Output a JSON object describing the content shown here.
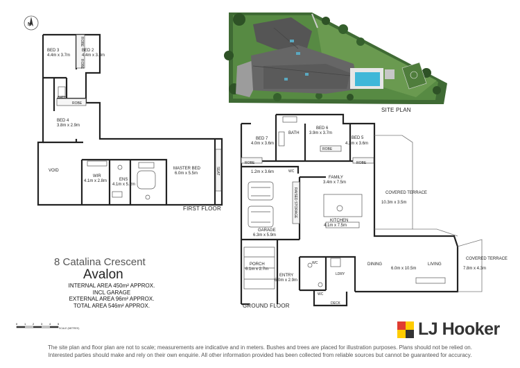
{
  "property": {
    "address": "8 Catalina Crescent",
    "suburb": "Avalon",
    "areas": [
      "INTERNAL AREA 450m² APPROX.",
      "INCL GARAGE",
      "EXTERNAL AREA 96m² APPROX.",
      "TOTAL AREA 546m² APPROX."
    ]
  },
  "labels": {
    "first_floor": "FIRST FLOOR",
    "ground_floor": "GROUND FLOOR",
    "site_plan": "SITE PLAN",
    "scale": "SCALE (METRES)"
  },
  "scale_ticks": [
    "0",
    "1",
    "2",
    "3",
    "4",
    "5"
  ],
  "first_floor_rooms": [
    {
      "name": "BED 3",
      "dims": "4.4m x 3.7m"
    },
    {
      "name": "BED 2",
      "dims": "4.4m x 3.8m"
    },
    {
      "name": "BED 4",
      "dims": "3.8m x 2.9m"
    },
    {
      "name": "VOID",
      "dims": ""
    },
    {
      "name": "WIR",
      "dims": "4.1m x 2.8m"
    },
    {
      "name": "ENS",
      "dims": "4.1m x 5.2m"
    },
    {
      "name": "MASTER BED",
      "dims": "6.0m x 5.5m"
    }
  ],
  "first_floor_small": {
    "robe": "ROBE",
    "bath": "BATH",
    "seat": "SEAT"
  },
  "ground_floor_rooms": [
    {
      "name": "BED 7",
      "dims": "4.0m x 3.6m"
    },
    {
      "name": "BATH",
      "dims": ""
    },
    {
      "name": "BED 6",
      "dims": "3.9m x 3.7m"
    },
    {
      "name": "BED 5",
      "dims": "4.2m x 3.6m"
    },
    {
      "name": "",
      "dims": "1.2m x 3.6m"
    },
    {
      "name": "FAMILY",
      "dims": "3.4m x 7.5m"
    },
    {
      "name": "COVERED TERRACE",
      "dims": "10.3m x 3.5m"
    },
    {
      "name": "KITCHEN",
      "dims": "4.1m x 7.5m"
    },
    {
      "name": "GARAGE",
      "dims": "6.3m x 5.9m"
    },
    {
      "name": "PORCH",
      "dims": "6.1m x 2.7m"
    },
    {
      "name": "ENTRY",
      "dims": "6.0m x 2.9m"
    },
    {
      "name": "DINING",
      "dims": ""
    },
    {
      "name": "LIVING",
      "dims": ""
    },
    {
      "name": "",
      "dims": "6.0m x 10.5m"
    },
    {
      "name": "COVERED TERRACE",
      "dims": "7.8m x 4.3m"
    }
  ],
  "ground_floor_small": {
    "robe": "ROBE",
    "wc": "WC",
    "raised_storage": "RAISED STORAGE",
    "ldry": "LDRY",
    "deck": "DECK"
  },
  "brand": {
    "name": "LJ Hooker",
    "color": "#ffcc00",
    "accent": "#e03c31"
  },
  "disclaimer": [
    "The site plan and floor plan are not to scale; measurements are indicative and in meters. Bushes and trees are placed for illustration purposes. Plans should not be relied on.",
    "Interested parties should make and rely on their own enquirie. All other information provided has been collected from reliable sources but cannot be guaranteed for accuracy."
  ],
  "icons": {
    "compass": "north-arrow-icon",
    "logo": "lj-hooker-logo-icon"
  }
}
